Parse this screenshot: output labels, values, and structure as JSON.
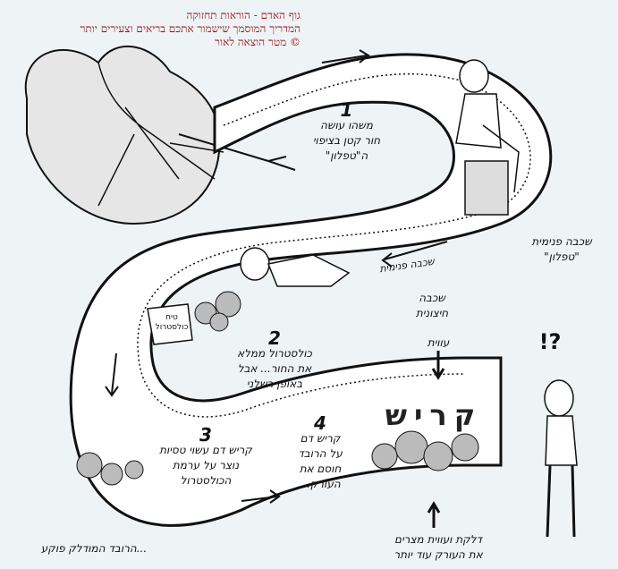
{
  "header": {
    "line1": "גוף האדם - הוראות תחזוקה",
    "line2": "המדריך המוסמך שישמור אתכם בריאים וצעירים יותר",
    "line3": "© מטר הוצאה לאור"
  },
  "steps": [
    {
      "num": "1",
      "lines": [
        "משהו עושה",
        "חור קטן בציפוי",
        "ה\"טפלון\""
      ]
    },
    {
      "num": "2",
      "lines": [
        "כולסטרול ממלא",
        "את החור... אבל",
        "באופן רשלני"
      ]
    },
    {
      "num": "3",
      "lines": [
        "קריש דם עשוי טסיות",
        "נוצר על ערמת",
        "הכולסטרול"
      ]
    },
    {
      "num": "4",
      "lines": [
        "קריש דם",
        "על הרובד",
        "חוסם את",
        "העורק..."
      ]
    }
  ],
  "labels": {
    "inner_layer": [
      "שכבה פנימית",
      "\"טפלון\""
    ],
    "outer_layer": [
      "שכבה",
      "חיצונית"
    ],
    "layer_on_vessel": "שכבה פנימית",
    "angle": "עווית",
    "clot": "קריש",
    "bottom_note": [
      "דלקת ועווית מצרים",
      "את העורק עוד יותר"
    ],
    "plaque_bursts": "...הרובד המודלק פוקע",
    "cholesterol_box": [
      "טיח",
      "כולסטרול"
    ],
    "question_mark": "?!"
  },
  "colors": {
    "background": "#eef4f6",
    "ink": "#111111",
    "header": "#9a1b1b",
    "vessel": "#ffffff"
  }
}
